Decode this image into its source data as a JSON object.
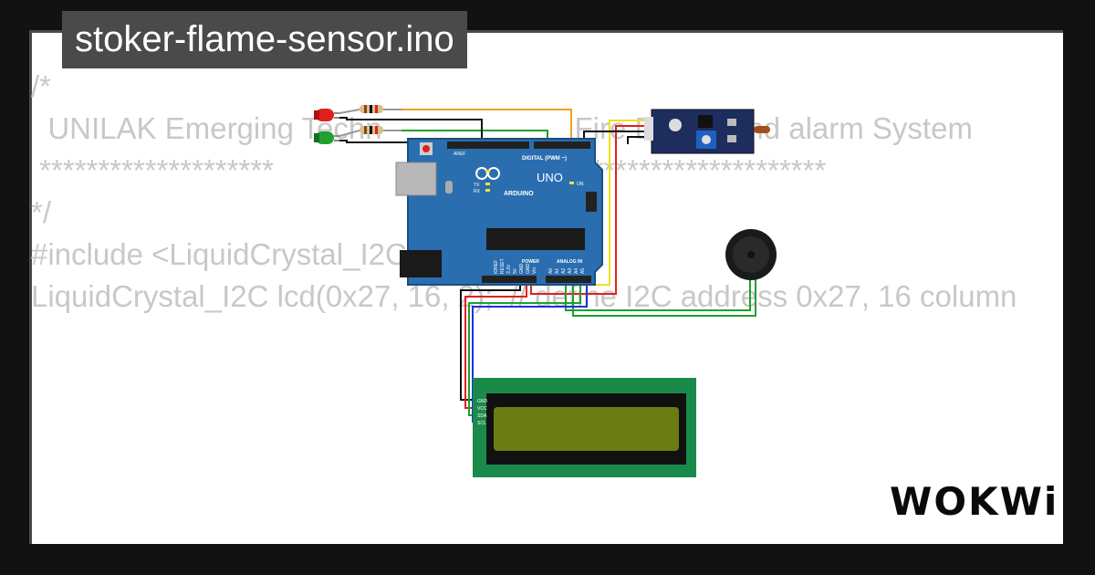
{
  "project": {
    "filename": "stoker-flame-sensor.ino"
  },
  "code_lines": [
    "/*",
    "  UNILAK Emerging Techn                       Fire Detect and alarm System",
    " ********************                        ******************************",
    "*/",
    "",
    "#include <LiquidCrystal_I2C.h>",
    "",
    "",
    "",
    "",
    "",
    "LiquidCrystal_I2C lcd(0x27, 16, 2);  // define I2C address 0x27, 16 column"
  ],
  "arduino": {
    "brand": "ARDUINO",
    "model": "UNO",
    "digital_header": "DIGITAL (PWM ~)",
    "power_label": "POWER",
    "analog_label": "ANALOG IN",
    "tx": "TX",
    "rx": "RX",
    "on": "ON",
    "l": "L",
    "aref": "AREF",
    "power_pins": [
      "IOREF",
      "RESET",
      "3.3V",
      "5V",
      "GND",
      "GND",
      "Vin"
    ],
    "analog_pins": [
      "A0",
      "A1",
      "A2",
      "A3",
      "A4",
      "A5"
    ]
  },
  "lcd": {
    "pins": [
      "GND",
      "VCC",
      "SDA",
      "SCL"
    ]
  },
  "brand": {
    "logo": "WOKWi"
  },
  "colors": {
    "background": "#121212",
    "card": "#ffffff",
    "title_bg": "#4a4a4a",
    "code_text": "#c8c8c8",
    "arduino_board": "#2a6eb0",
    "lcd_pcb": "#1a8a4a",
    "lcd_screen": "#6b7d12",
    "sensor_pcb": "#1d2d5e"
  }
}
